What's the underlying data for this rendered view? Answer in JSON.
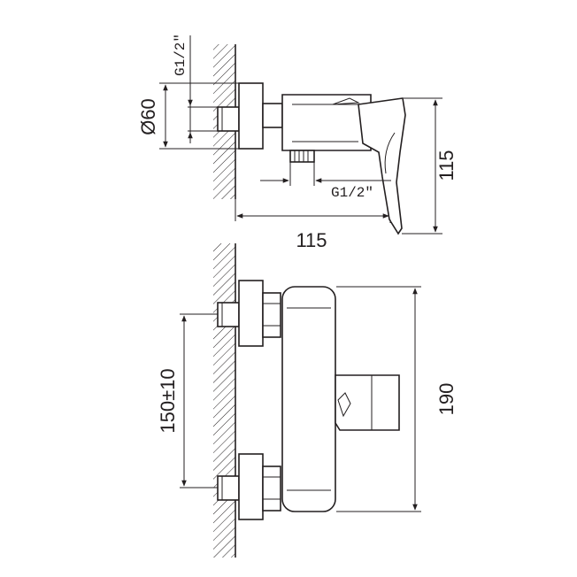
{
  "labels": {
    "diameter": "Ø60",
    "thread_wall": "G1/2\"",
    "thread_outlet": "G1/2\"",
    "depth": "115",
    "height_side": "115",
    "spacing": "150±10",
    "height_front": "190"
  },
  "colors": {
    "line": "#231f20",
    "background": "#ffffff"
  }
}
